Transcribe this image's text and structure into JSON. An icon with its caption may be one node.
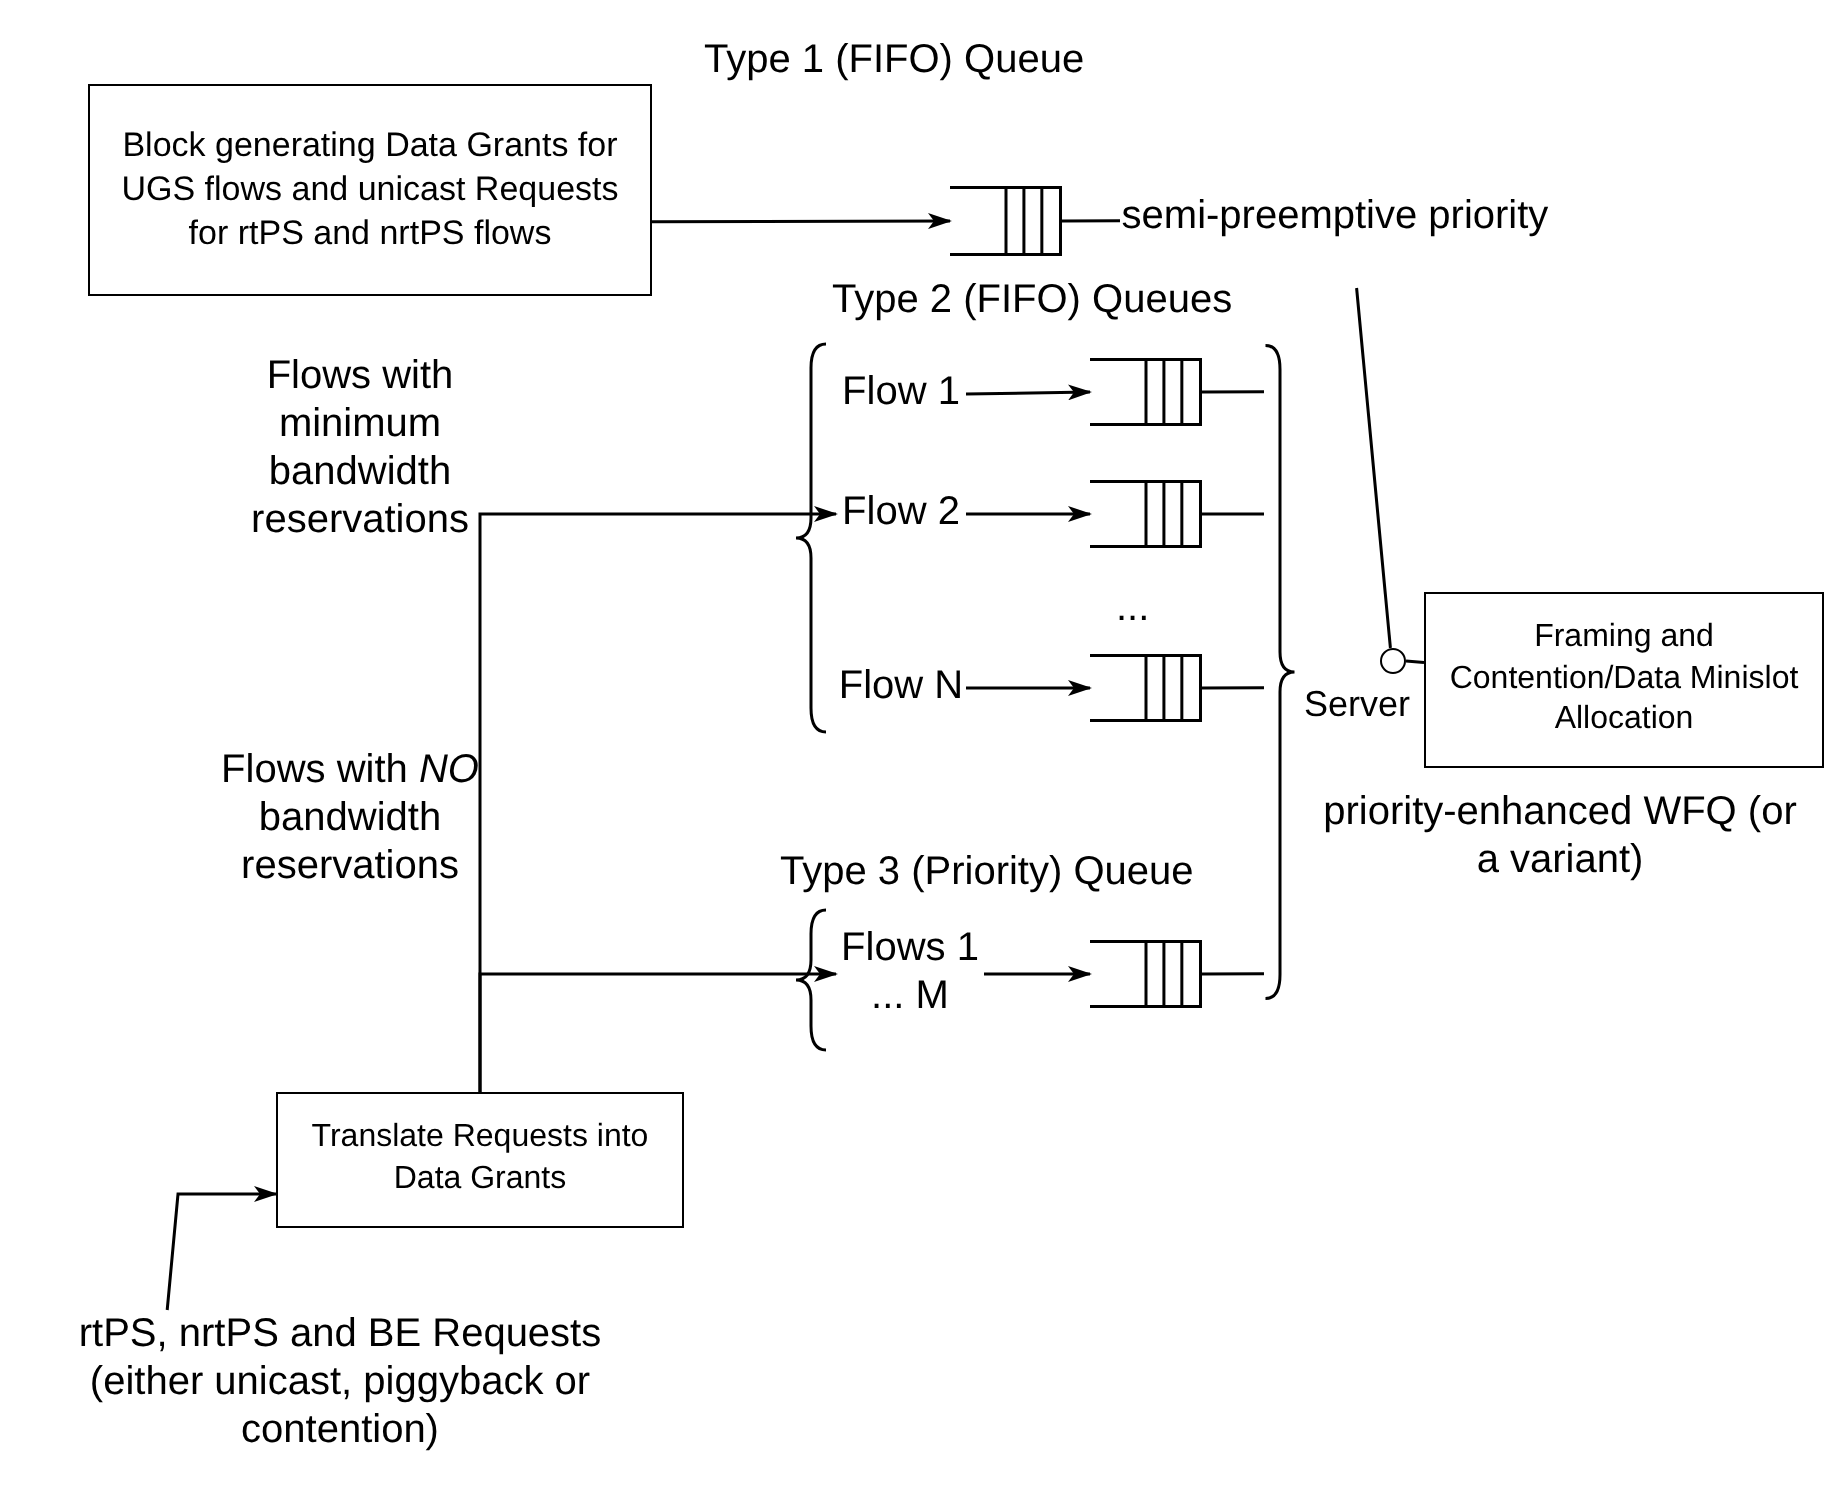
{
  "diagram": {
    "nodes": [
      {
        "text": [
          "Block generating Data Grants for UGS flows and unicast Requests for rtPS and nrtPS flows"
        ]
      },
      {
        "text": [],
        "shape": "queue"
      },
      {
        "text": [
          "semi-preemptive priority"
        ]
      },
      {
        "text": [
          "Flow 1"
        ]
      },
      {
        "text": [],
        "shape": "queue"
      },
      {
        "text": [
          "Flow 2"
        ]
      },
      {
        "text": [],
        "shape": "queue"
      },
      {
        "text": [
          "Flow N"
        ]
      },
      {
        "text": [],
        "shape": "queue"
      },
      {
        "text": [
          "Flows 1 ... M"
        ]
      },
      {
        "text": [],
        "shape": "queue"
      },
      {
        "text": [],
        "shape": "circle",
        "beside": [
          "Server"
        ]
      },
      {
        "text": [
          "Framing and Contention/Data Minislot Allocation"
        ]
      },
      {
        "text": [
          "Translate Requests into Data Grants"
        ]
      },
      {
        "text": [
          "rtPS, nrtPS and BE Requests (either unicast, piggyback or contention)"
        ]
      },
      {
        "text": [],
        "shape": "brace"
      }
    ],
    "edges": [
      {
        "from": 0,
        "to": 1,
        "arrow": "to"
      },
      {
        "from": 1,
        "to": 2,
        "arrow": "none"
      },
      {
        "from": 2,
        "to": 11,
        "arrow": "none"
      },
      {
        "from": 11,
        "to": 12,
        "arrow": "none"
      },
      {
        "from": 3,
        "to": 4,
        "arrow": "to"
      },
      {
        "from": 5,
        "to": 6,
        "arrow": "to"
      },
      {
        "from": 7,
        "to": 8,
        "arrow": "to"
      },
      {
        "from": 9,
        "to": 10,
        "arrow": "to"
      },
      {
        "from": 4,
        "to": 15,
        "arrow": "none"
      },
      {
        "from": 6,
        "to": 15,
        "arrow": "none"
      },
      {
        "from": 8,
        "to": 15,
        "arrow": "none"
      },
      {
        "from": 10,
        "to": 15,
        "arrow": "none"
      },
      {
        "from": 13,
        "to": 5,
        "arrow": "to"
      },
      {
        "from": 13,
        "to": 9,
        "arrow": "to"
      },
      {
        "from": 14,
        "to": 13,
        "arrow": "to"
      }
    ],
    "labels": [
      "Type 1 (FIFO) Queue",
      "Type 2 (FIFO) Queues",
      "...",
      "priority-enhanced WFQ (or a variant)",
      "Type 3 (Priority) Queue",
      "Flows with minimum bandwidth reservations",
      "Flows with *NO* bandwidth reservations"
    ]
  }
}
